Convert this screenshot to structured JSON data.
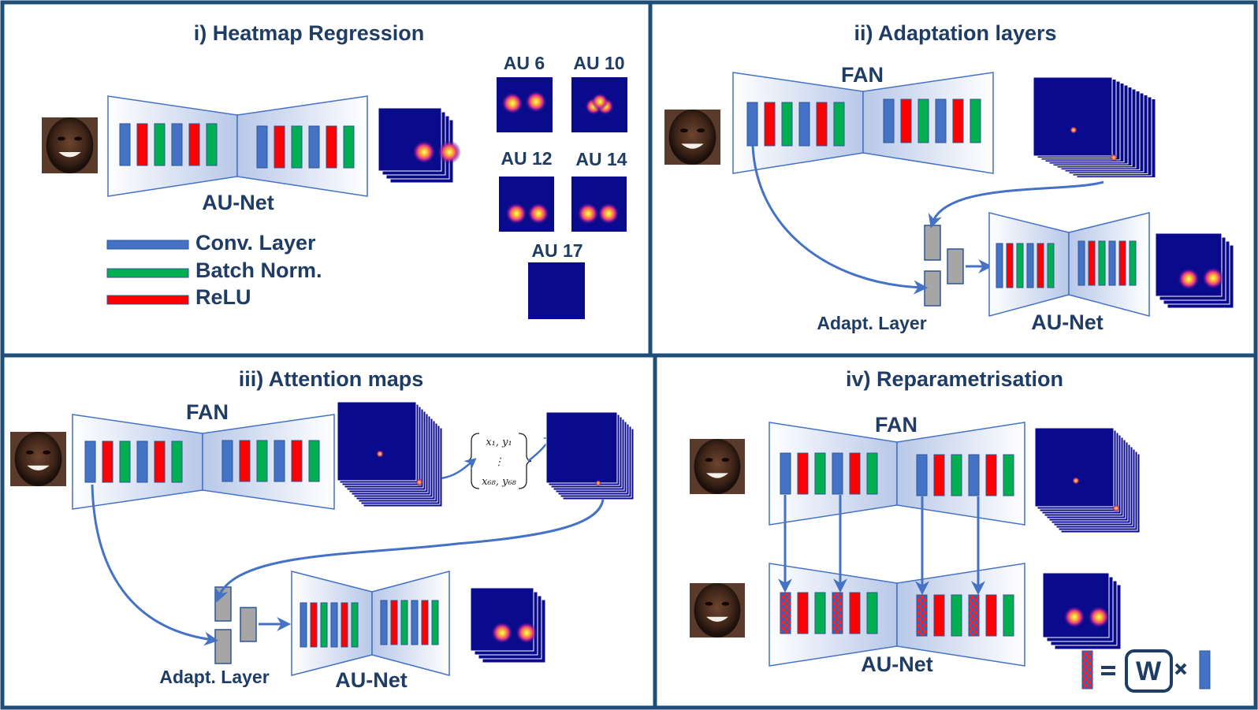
{
  "titles": {
    "p1": "i) Heatmap Regression",
    "p2": "ii) Adaptation layers",
    "p3": "iii) Attention maps",
    "p4": "iv) Reparametrisation"
  },
  "labels": {
    "au_net": "AU-Net",
    "fan": "FAN",
    "adapt_layer": "Adapt. Layer",
    "w": "W"
  },
  "legend": {
    "conv": "Conv. Layer",
    "bn": "Batch Norm.",
    "relu": "ReLU"
  },
  "au_maps": [
    "AU 6",
    "AU 10",
    "AU 12",
    "AU 14",
    "AU 17"
  ],
  "math": {
    "first": "x₁, y₁",
    "dots": "⋮",
    "last": "x₆₈, y₆₈"
  },
  "colors": {
    "border": "#1f4e79",
    "conv": "#4472c4",
    "bn": "#00b050",
    "relu": "#ff0000",
    "text": "#1f3d64",
    "arrow": "#4472c4",
    "heatmap_bg": "#0a0a8c",
    "adapt": "#a6a6a6"
  }
}
